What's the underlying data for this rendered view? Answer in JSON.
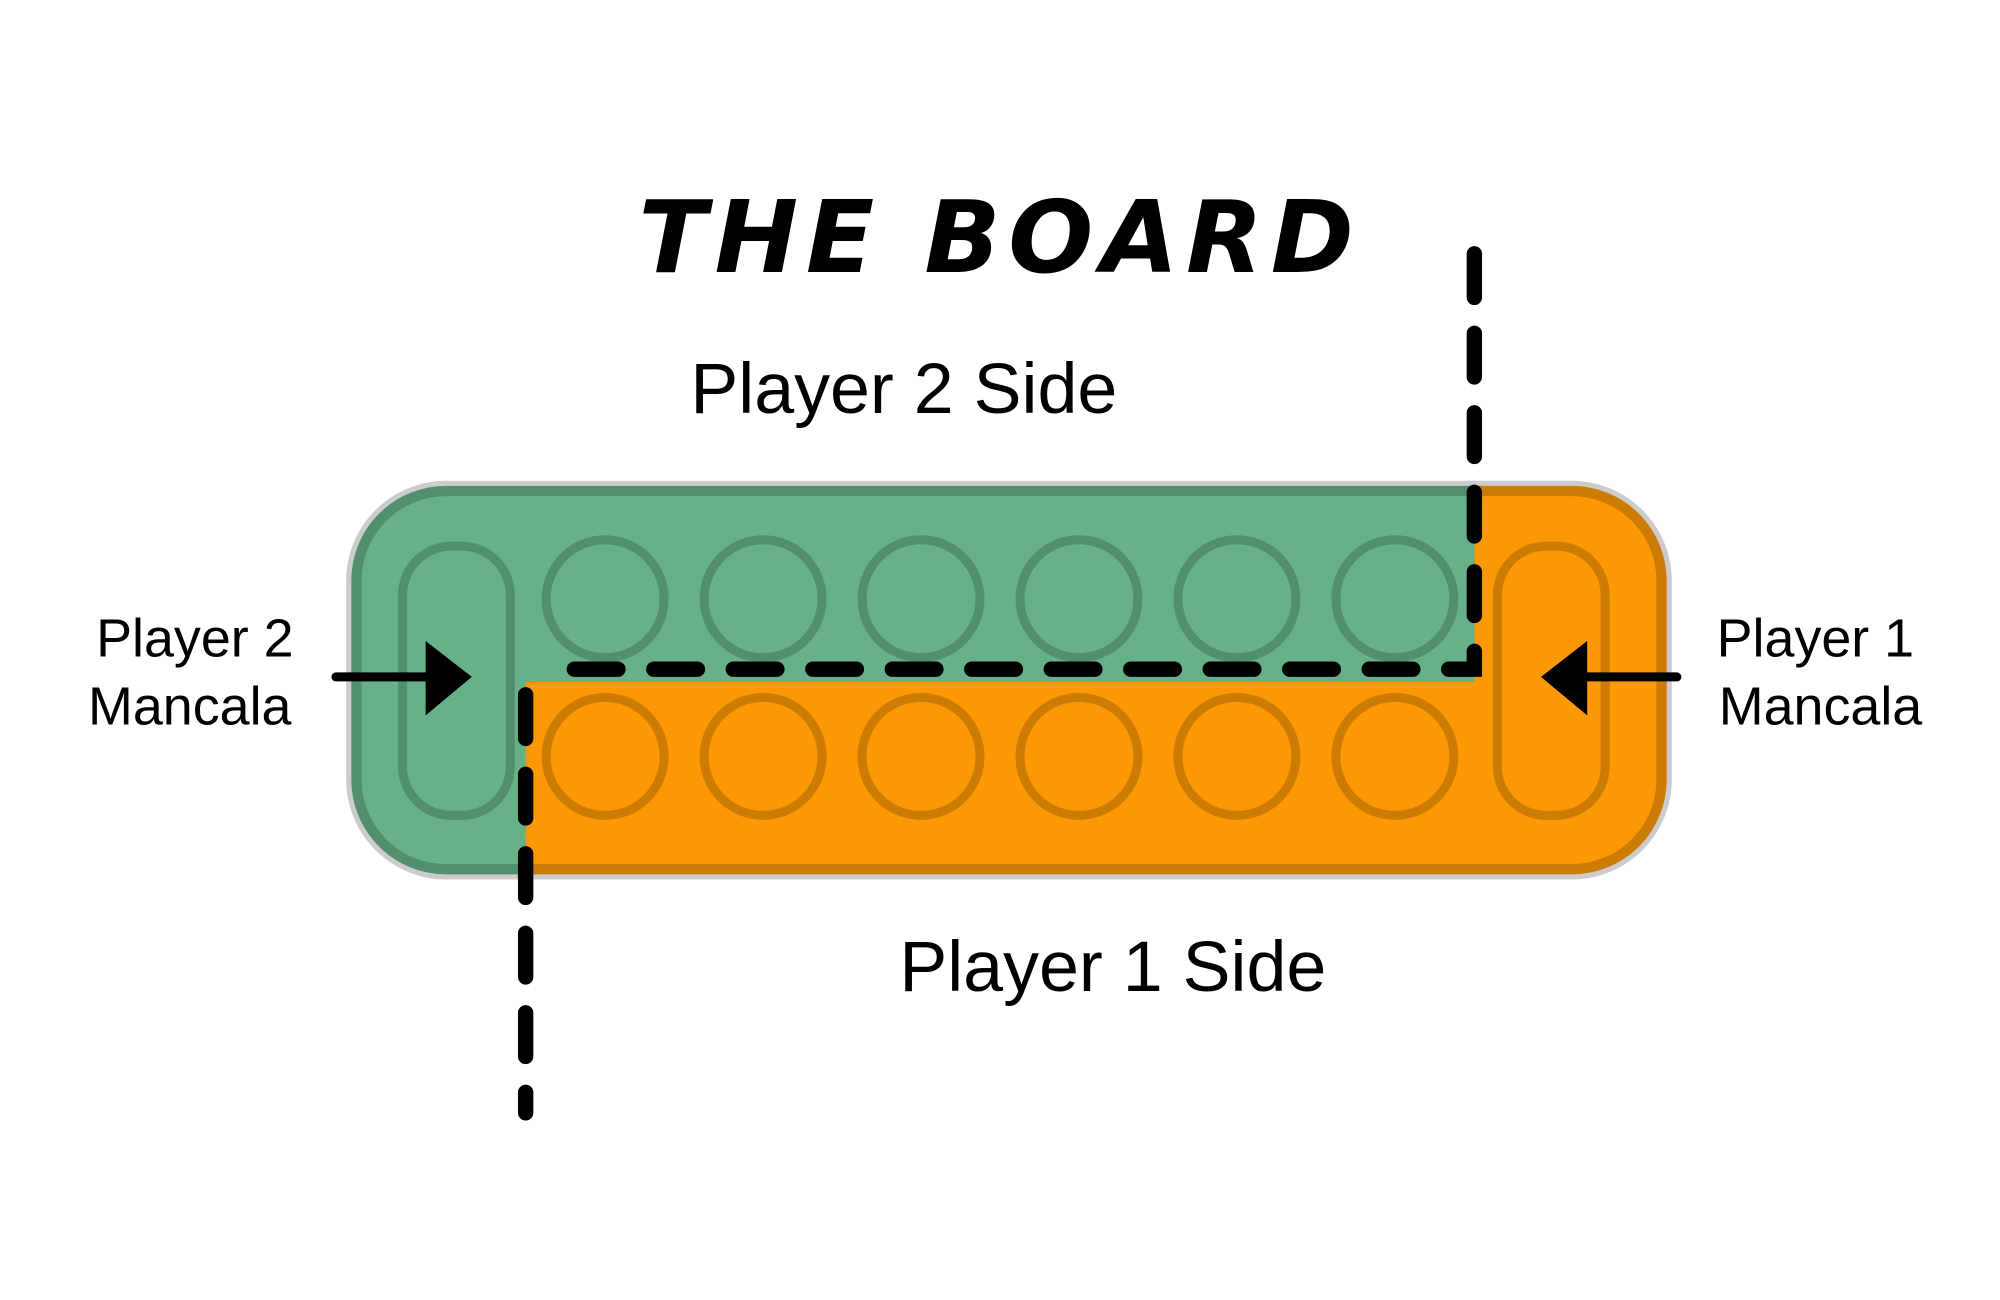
{
  "title": "THE BOARD",
  "labels": {
    "player2_side": "Player 2 Side",
    "player1_side": "Player 1 Side",
    "player2_mancala_line1": "Player 2",
    "player2_mancala_line2": "Mancala",
    "player1_mancala_line1": "Player 1",
    "player1_mancala_line2": "Mancala"
  },
  "board": {
    "pits_per_side": 6,
    "colors": {
      "player2": "#66b187",
      "player2_stroke": "#528f6c",
      "player1": "#fb9804",
      "player1_stroke": "#cc7b03",
      "outline": "#cccccc",
      "divider": "#000000"
    }
  }
}
